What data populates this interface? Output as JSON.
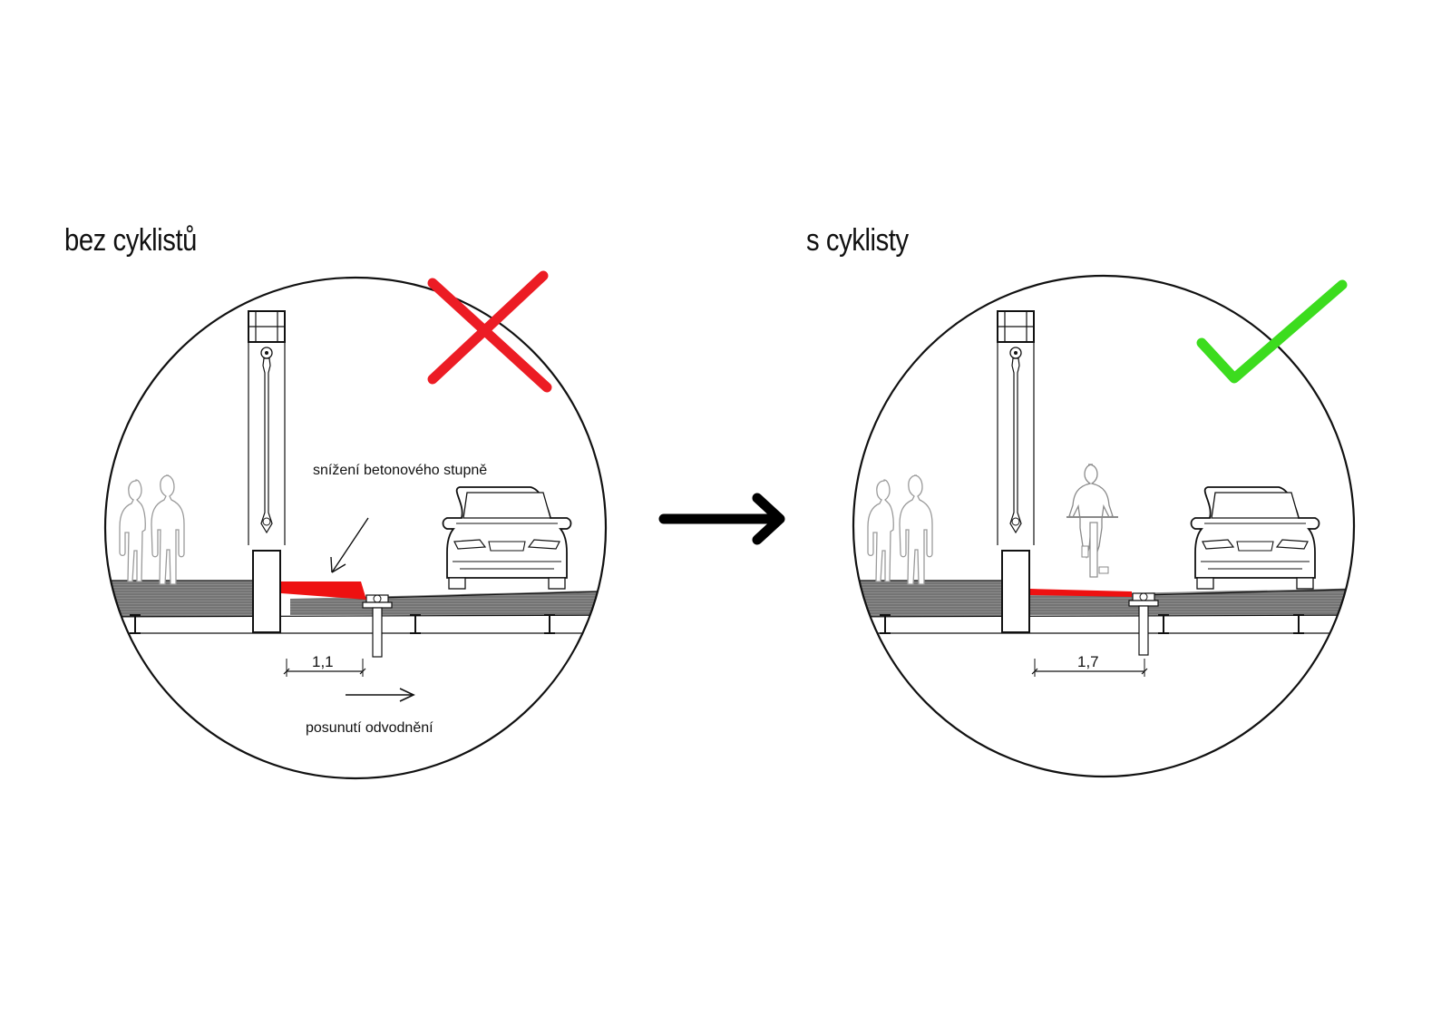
{
  "left_panel": {
    "title": "bez cyklistů",
    "mark": "cross-icon",
    "mark_color": "#ec1c24",
    "annotation_lowering": "snížení betonového stupně",
    "dimension": "1,1",
    "annotation_shift": "posunutí odvodnění"
  },
  "right_panel": {
    "title": "s cyklisty",
    "mark": "checkmark-icon",
    "mark_color": "#3cdc1e",
    "dimension": "1,7"
  },
  "transition": {
    "icon": "arrow-right-icon"
  },
  "colors": {
    "highlight": "#ee1111",
    "line": "#111111"
  }
}
